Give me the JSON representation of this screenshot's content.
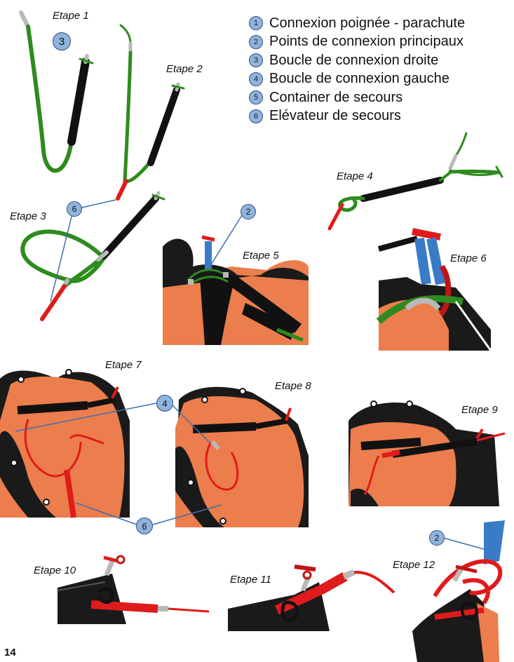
{
  "legend": [
    {
      "num": "1",
      "text": "Connexion poignée - parachute"
    },
    {
      "num": "2",
      "text": "Points de connexion principaux"
    },
    {
      "num": "3",
      "text": "Boucle de connexion droite"
    },
    {
      "num": "4",
      "text": "Boucle de connexion gauche"
    },
    {
      "num": "5",
      "text": "Container de secours"
    },
    {
      "num": "6",
      "text": "Elévateur de secours"
    }
  ],
  "steps": {
    "s1": "Etape 1",
    "s2": "Etape 2",
    "s3": "Etape 3",
    "s4": "Etape 4",
    "s5": "Etape 5",
    "s6": "Etape 6",
    "s7": "Etape 7",
    "s8": "Etape 8",
    "s9": "Etape 9",
    "s10": "Etape 10",
    "s11": "Etape 11",
    "s12": "Etape 12"
  },
  "callouts": {
    "c3": "3",
    "c6a": "6",
    "c2a": "2",
    "c4": "4",
    "c6b": "6",
    "c2b": "2"
  },
  "page_number": "14",
  "colors": {
    "green": "#2e8b1e",
    "black": "#111111",
    "red": "#e01b1b",
    "grey": "#b9b9b9",
    "orange": "#ec7d4c",
    "blue": "#3a7bc8",
    "callout_fill": "#8fb3dd",
    "callout_line": "#3d6fb0"
  }
}
